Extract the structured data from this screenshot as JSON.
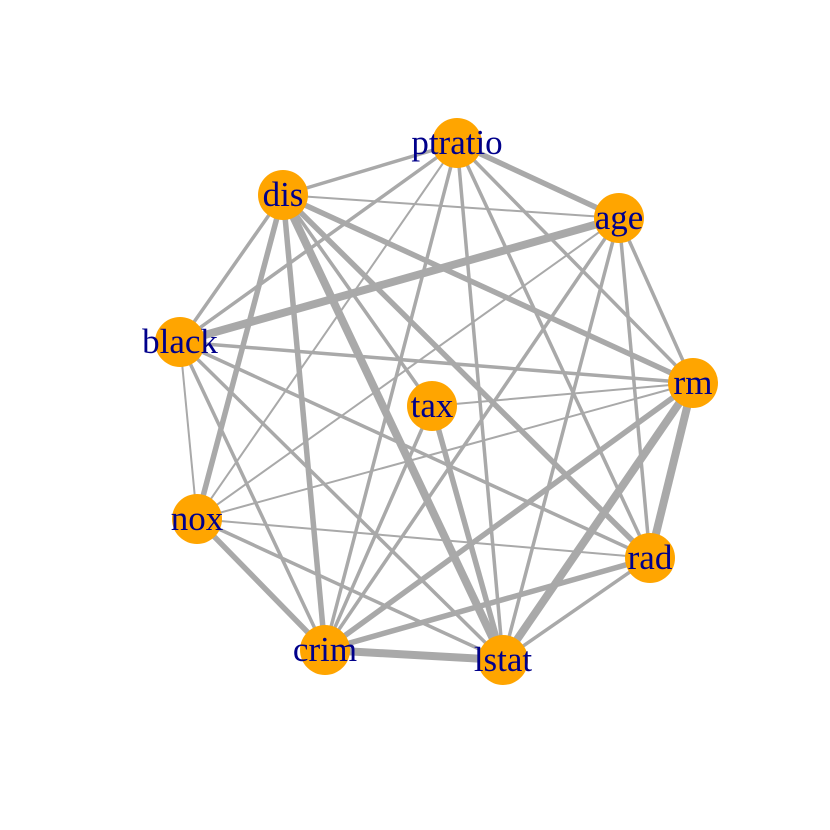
{
  "network": {
    "node_color": "#FFA500",
    "label_color": "#00008B",
    "edge_color": "#A9A9A9",
    "nodes": [
      {
        "id": "ptratio",
        "label": "ptratio"
      },
      {
        "id": "age",
        "label": "age"
      },
      {
        "id": "rm",
        "label": "rm"
      },
      {
        "id": "rad",
        "label": "rad"
      },
      {
        "id": "lstat",
        "label": "lstat"
      },
      {
        "id": "crim",
        "label": "crim"
      },
      {
        "id": "nox",
        "label": "nox"
      },
      {
        "id": "black",
        "label": "black"
      },
      {
        "id": "dis",
        "label": "dis"
      },
      {
        "id": "tax",
        "label": "tax"
      }
    ],
    "edges": [
      {
        "source": "dis",
        "target": "lstat",
        "weight": 4
      },
      {
        "source": "dis",
        "target": "crim",
        "weight": 3
      },
      {
        "source": "dis",
        "target": "rad",
        "weight": 3
      },
      {
        "source": "dis",
        "target": "rm",
        "weight": 3
      },
      {
        "source": "dis",
        "target": "nox",
        "weight": 3
      },
      {
        "source": "dis",
        "target": "black",
        "weight": 2
      },
      {
        "source": "dis",
        "target": "ptratio",
        "weight": 2
      },
      {
        "source": "dis",
        "target": "age",
        "weight": 1
      },
      {
        "source": "ptratio",
        "target": "age",
        "weight": 3
      },
      {
        "source": "ptratio",
        "target": "rm",
        "weight": 2
      },
      {
        "source": "ptratio",
        "target": "rad",
        "weight": 2
      },
      {
        "source": "ptratio",
        "target": "lstat",
        "weight": 2
      },
      {
        "source": "ptratio",
        "target": "crim",
        "weight": 2
      },
      {
        "source": "ptratio",
        "target": "nox",
        "weight": 1
      },
      {
        "source": "ptratio",
        "target": "black",
        "weight": 2
      },
      {
        "source": "age",
        "target": "black",
        "weight": 4
      },
      {
        "source": "age",
        "target": "rad",
        "weight": 2
      },
      {
        "source": "age",
        "target": "lstat",
        "weight": 2
      },
      {
        "source": "age",
        "target": "crim",
        "weight": 2
      },
      {
        "source": "age",
        "target": "nox",
        "weight": 1
      },
      {
        "source": "age",
        "target": "rm",
        "weight": 2
      },
      {
        "source": "black",
        "target": "rm",
        "weight": 2
      },
      {
        "source": "black",
        "target": "rad",
        "weight": 2
      },
      {
        "source": "black",
        "target": "lstat",
        "weight": 2
      },
      {
        "source": "black",
        "target": "crim",
        "weight": 2
      },
      {
        "source": "black",
        "target": "nox",
        "weight": 1
      },
      {
        "source": "rm",
        "target": "rad",
        "weight": 4
      },
      {
        "source": "rm",
        "target": "lstat",
        "weight": 4
      },
      {
        "source": "rm",
        "target": "crim",
        "weight": 3
      },
      {
        "source": "rm",
        "target": "nox",
        "weight": 1
      },
      {
        "source": "rm",
        "target": "tax",
        "weight": 1
      },
      {
        "source": "tax",
        "target": "lstat",
        "weight": 3
      },
      {
        "source": "tax",
        "target": "crim",
        "weight": 2
      },
      {
        "source": "tax",
        "target": "dis",
        "weight": 2
      },
      {
        "source": "nox",
        "target": "rad",
        "weight": 1
      },
      {
        "source": "nox",
        "target": "lstat",
        "weight": 2
      },
      {
        "source": "nox",
        "target": "crim",
        "weight": 3
      },
      {
        "source": "crim",
        "target": "lstat",
        "weight": 4
      },
      {
        "source": "crim",
        "target": "rad",
        "weight": 3
      },
      {
        "source": "lstat",
        "target": "rad",
        "weight": 2
      }
    ]
  }
}
